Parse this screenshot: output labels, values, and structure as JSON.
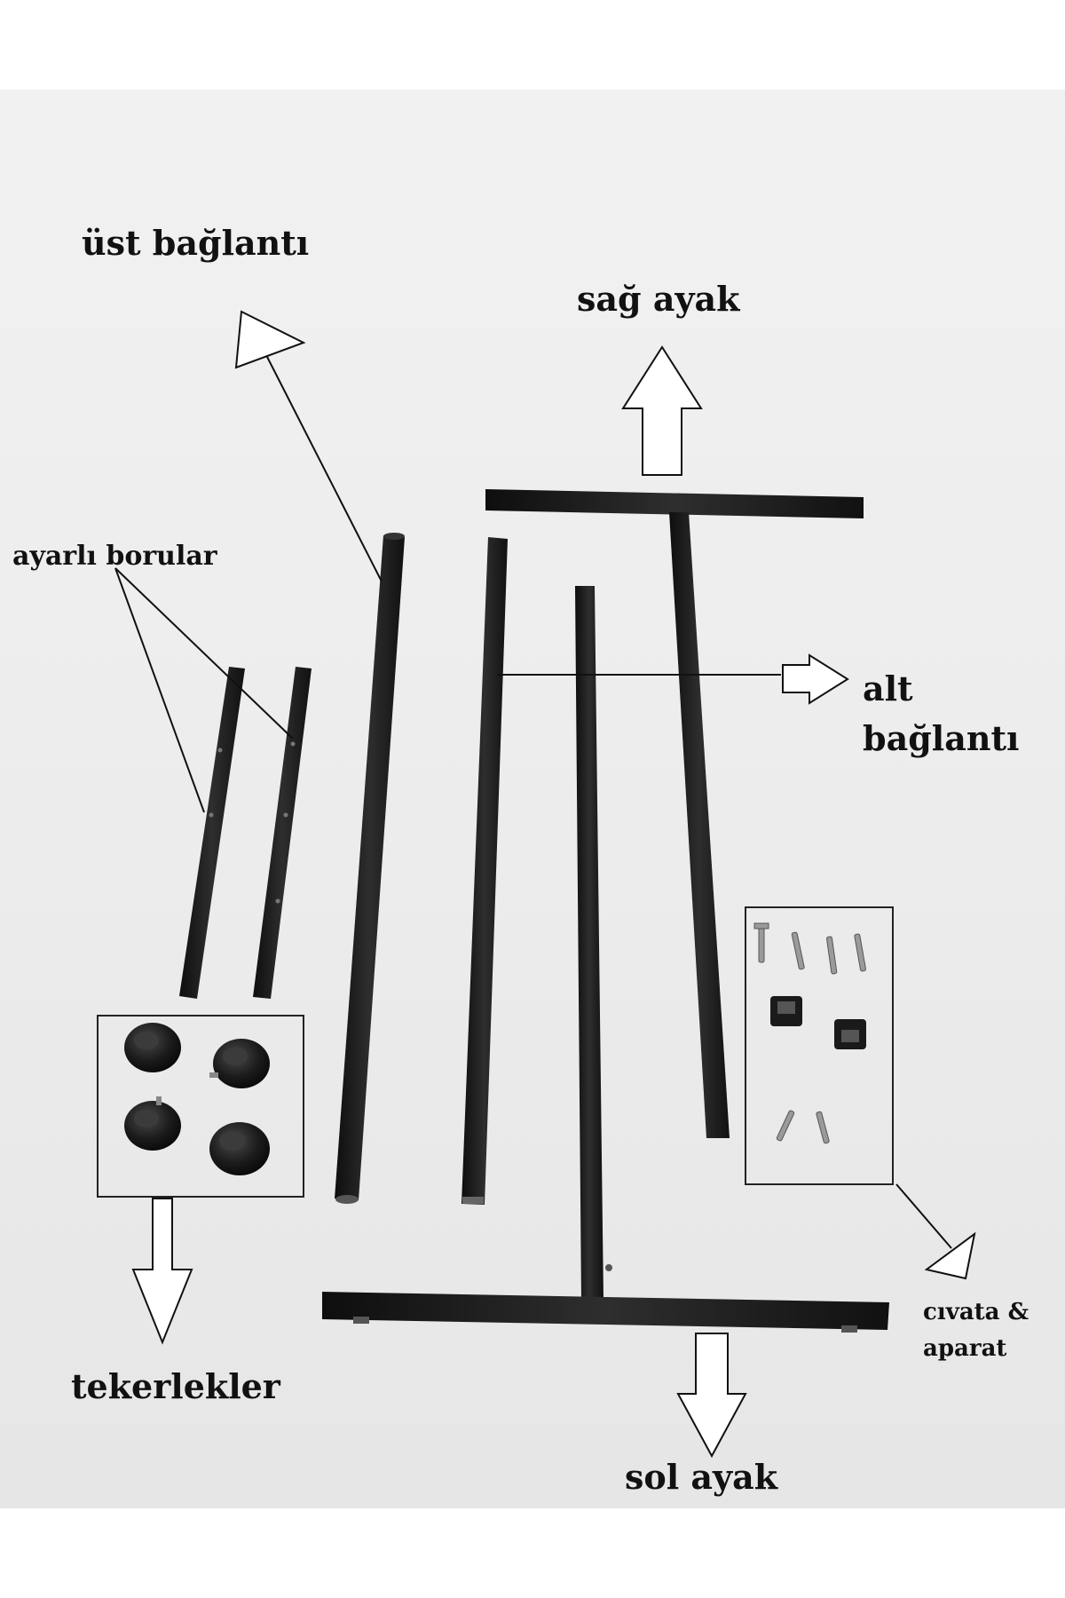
{
  "labels": {
    "ust_baglanti": "üst bağlantı",
    "sag_ayak": "sağ ayak",
    "ayarli_borular": "ayarlı borular",
    "alt": "alt",
    "baglanti": "bağlantı",
    "civata": "cıvata &",
    "aparat": "aparat",
    "tekerlekler": "tekerlekler",
    "sol_ayak": "sol ayak"
  },
  "icons": [
    "outline-arrow-icon",
    "line-pointer-icon"
  ],
  "colors": {
    "background": "#ffffff",
    "photo_bg": "#ececec",
    "metal": "#1c1c1c",
    "text": "#111111"
  }
}
